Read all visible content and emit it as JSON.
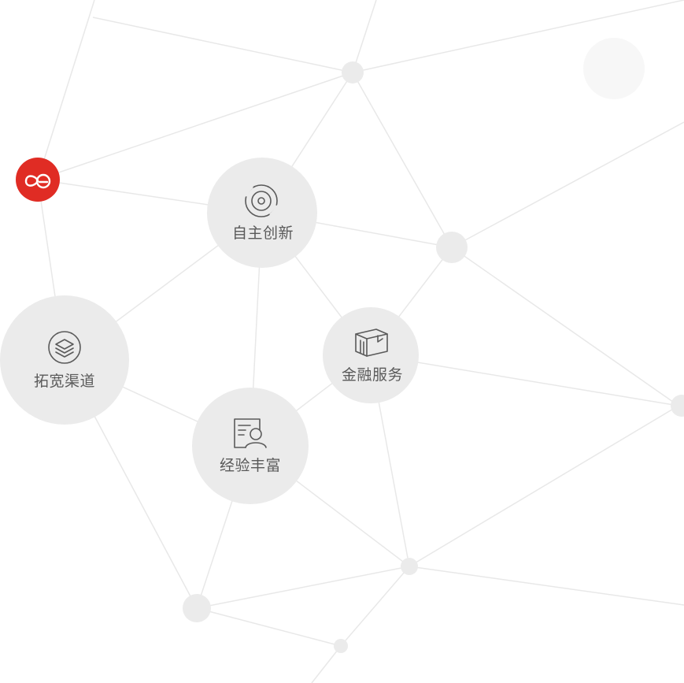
{
  "colors": {
    "background": "#ffffff",
    "line": "#e8e8e8",
    "node": "#ebebeb",
    "node_faint": "#f7f7f7",
    "accent": "#e02c24",
    "text": "#5a5a5a"
  },
  "features": [
    {
      "id": "innovation",
      "label": "自主创新",
      "icon": "target-rings-icon"
    },
    {
      "id": "channels",
      "label": "拓宽渠道",
      "icon": "layers-icon"
    },
    {
      "id": "finance",
      "label": "金融服务",
      "icon": "package-box-icon"
    },
    {
      "id": "experience",
      "label": "经验丰富",
      "icon": "document-person-icon"
    }
  ],
  "brand": {
    "icon": "infinity-logo-icon"
  }
}
